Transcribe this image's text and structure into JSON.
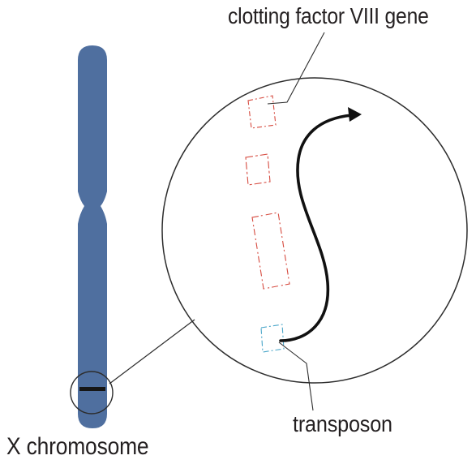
{
  "labels": {
    "gene": "clotting factor VIII gene",
    "transposon": "transposon",
    "chromosome": "X chromosome"
  },
  "colors": {
    "chromosome": "#4f6f9f",
    "band": "#161616",
    "outline": "#2d2d2d",
    "gene_segments": "#d64a3f",
    "transposon_segment": "#4aa6c9",
    "arrow": "#111111"
  }
}
